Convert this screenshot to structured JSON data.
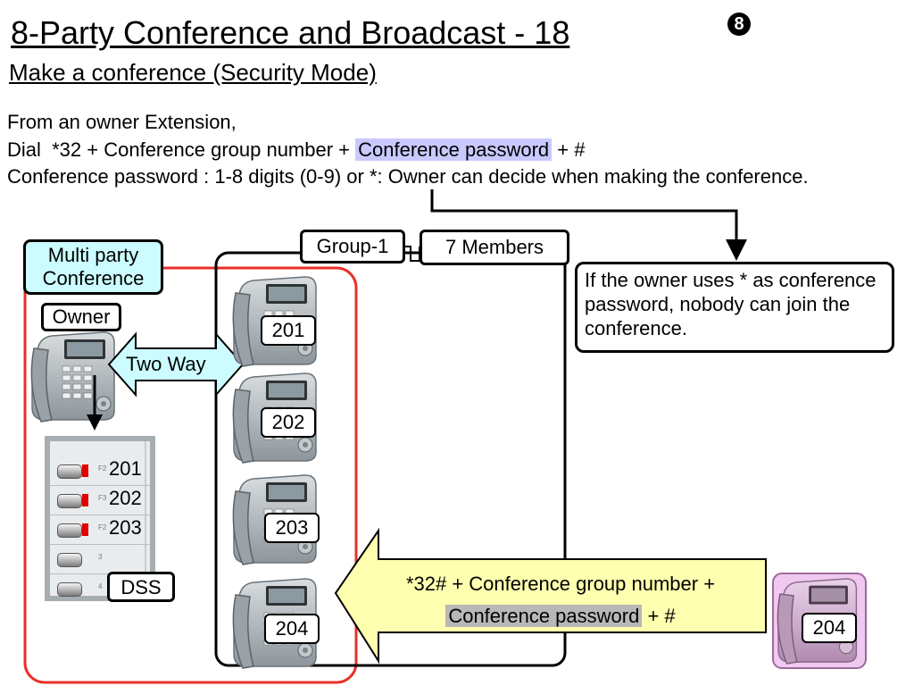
{
  "title": "8-Party Conference and Broadcast - 18",
  "slide_badge": "8",
  "subtitle": "Make a conference (Security Mode)",
  "intro": {
    "line1": "From an owner Extension,",
    "line2_prefix": "Dial  *32 + Conference group number + ",
    "line2_highlight": "Conference password",
    "line2_suffix": " + #",
    "line3": "Conference password : 1-8 digits (0-9) or *: Owner can decide when making the conference."
  },
  "labels": {
    "multi_party": "Multi party Conference",
    "owner": "Owner",
    "two_way": "Two Way",
    "group": "Group-1",
    "members": "7 Members",
    "dss": "DSS"
  },
  "note": "If the owner uses * as conference password, nobody can join the conference.",
  "phones": [
    "201",
    "202",
    "203",
    "204"
  ],
  "outside_phone": "204",
  "dss_keys": [
    {
      "label": "201",
      "led": true
    },
    {
      "label": "202",
      "led": true
    },
    {
      "label": "203",
      "led": true
    },
    {
      "label": "",
      "led": false
    },
    {
      "label": "",
      "led": false
    }
  ],
  "join_instruction": {
    "line1": "*32# + Conference group number +",
    "highlight": "Conference password",
    "suffix": " + #"
  },
  "colors": {
    "highlight_blue": "#c9c9ff",
    "highlight_gray": "#b8b8b8",
    "multi_party_fill": "#ccfcff",
    "two_way_fill": "#ccfcff",
    "join_arrow_fill": "#ffffb0",
    "conference_border": "#e8302a",
    "outside_phone_fill": "#f0c8f0"
  }
}
